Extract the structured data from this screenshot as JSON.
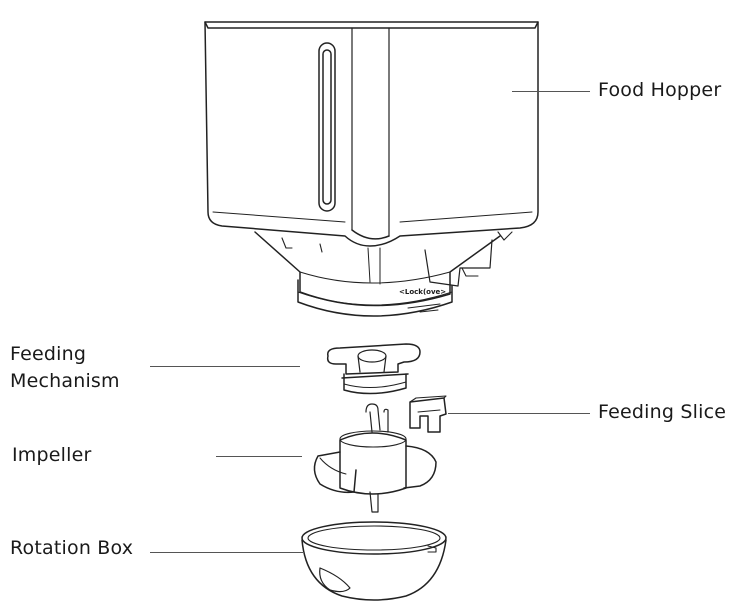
{
  "labels": {
    "food_hopper": "Food Hopper",
    "feeding_mechanism_line1": "Feeding",
    "feeding_mechanism_line2": "Mechanism",
    "feeding_slice": "Feeding Slice",
    "impeller": "Impeller",
    "rotation_box": "Rotation Box"
  },
  "hopper_marking": "<Lock(ove>",
  "colors": {
    "stroke": "#222222",
    "text": "#1a1a1a",
    "leader": "#555555"
  }
}
